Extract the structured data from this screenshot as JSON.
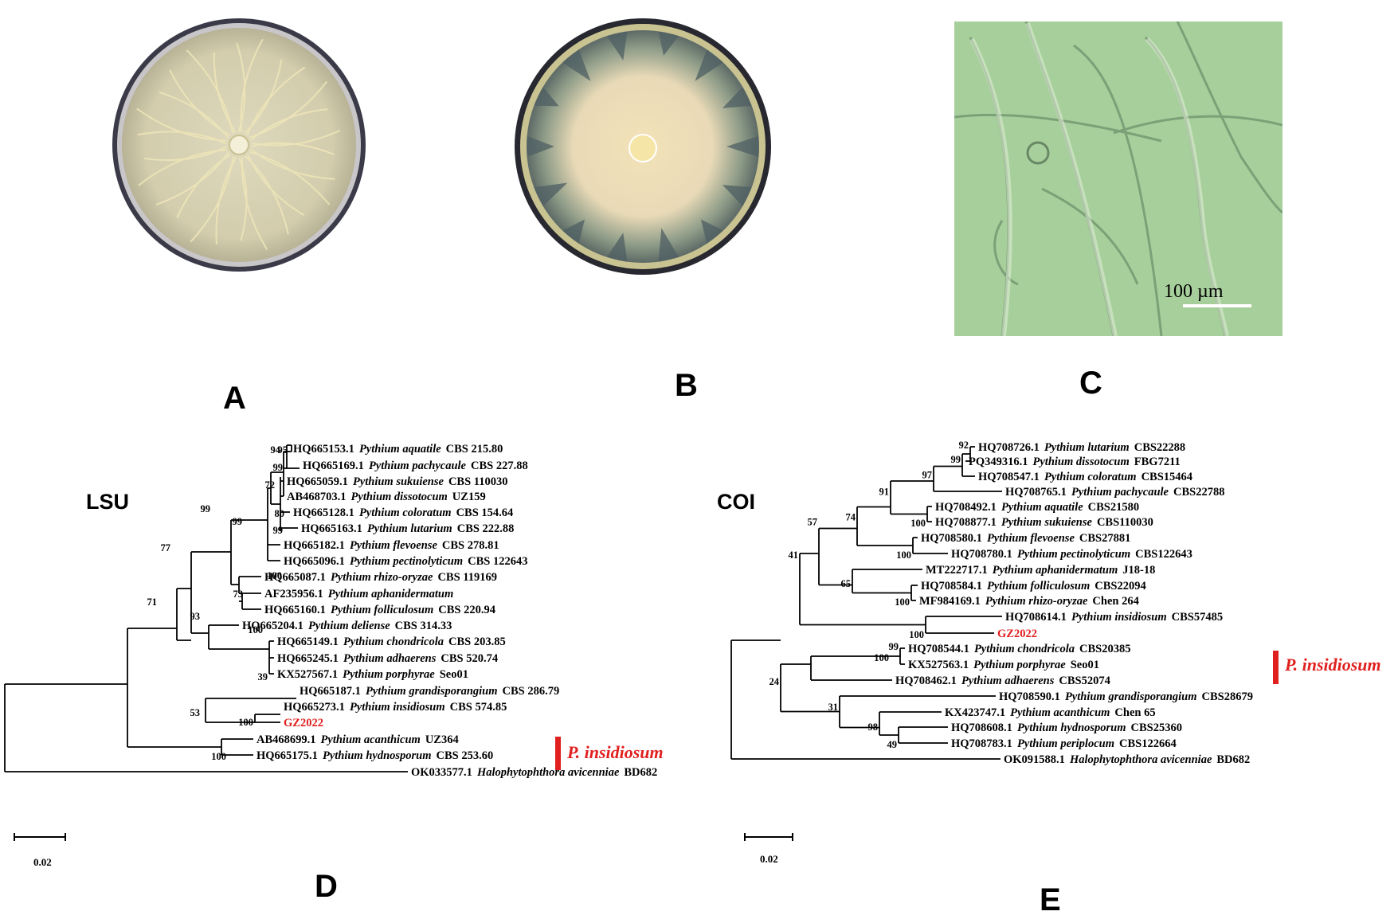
{
  "panels": {
    "a": {
      "label": "A"
    },
    "b": {
      "label": "B"
    },
    "c": {
      "label": "C",
      "scalebar": "100 µm"
    },
    "d": {
      "label": "D",
      "title": "LSU",
      "scale": "0.02",
      "clade_label": "P. insidiosum"
    },
    "e": {
      "label": "E",
      "title": "COI",
      "scale": "0.02",
      "clade_label": "P. insidiosum"
    }
  },
  "lsu": {
    "leaves": [
      {
        "acc": "HQ665153.1",
        "sp": "Pythium aquatile",
        "strain": "CBS 215.80"
      },
      {
        "acc": "HQ665169.1",
        "sp": "Pythium pachycaule",
        "strain": "CBS 227.88"
      },
      {
        "acc": "HQ665059.1",
        "sp": "Pythium sukuiense",
        "strain": "CBS 110030"
      },
      {
        "acc": "AB468703.1",
        "sp": "Pythium dissotocum",
        "strain": "UZ159"
      },
      {
        "acc": "HQ665128.1",
        "sp": "Pythium coloratum",
        "strain": "CBS 154.64"
      },
      {
        "acc": "HQ665163.1",
        "sp": "Pythium lutarium",
        "strain": "CBS 222.88"
      },
      {
        "acc": "HQ665182.1",
        "sp": "Pythium flevoense",
        "strain": "CBS 278.81"
      },
      {
        "acc": "HQ665096.1",
        "sp": "Pythium pectinolyticum",
        "strain": "CBS 122643"
      },
      {
        "acc": "HQ665087.1",
        "sp": "Pythium rhizo-oryzae",
        "strain": "CBS 119169"
      },
      {
        "acc": "AF235956.1",
        "sp": "Pythium aphanidermatum",
        "strain": ""
      },
      {
        "acc": "HQ665160.1",
        "sp": "Pythium folliculosum",
        "strain": "CBS 220.94"
      },
      {
        "acc": "HQ665204.1",
        "sp": "Pythium deliense",
        "strain": "CBS 314.33"
      },
      {
        "acc": "HQ665149.1",
        "sp": "Pythium chondricola",
        "strain": "CBS 203.85"
      },
      {
        "acc": "HQ665245.1",
        "sp": "Pythium adhaerens",
        "strain": "CBS 520.74"
      },
      {
        "acc": "KX527567.1",
        "sp": "Pythium porphyrae",
        "strain": "Seo01"
      },
      {
        "acc": "HQ665187.1",
        "sp": "Pythium grandisporangium",
        "strain": "CBS 286.79"
      },
      {
        "acc": "HQ665273.1",
        "sp": "Pythium insidiosum",
        "strain": "CBS 574.85"
      },
      {
        "acc": "GZ2022",
        "sp": "",
        "strain": ""
      },
      {
        "acc": "AB468699.1",
        "sp": "Pythium acanthicum",
        "strain": "UZ364"
      },
      {
        "acc": "HQ665175.1",
        "sp": "Pythium hydnosporum",
        "strain": "CBS 253.60"
      },
      {
        "acc": "OK033577.1",
        "sp": "Halophytophthora avicenniae",
        "strain": "BD682"
      }
    ],
    "bootstraps": [
      "95",
      "94",
      "99",
      "72",
      "80",
      "99",
      "99",
      "99",
      "100",
      "73",
      "77",
      "93",
      "100",
      "39",
      "71",
      "53",
      "100",
      "100"
    ]
  },
  "coi": {
    "leaves": [
      {
        "acc": "HQ708726.1",
        "sp": "Pythium lutarium",
        "strain": "CBS22288"
      },
      {
        "acc": "PQ349316.1",
        "sp": "Pythium dissotocum",
        "strain": "FBG7211"
      },
      {
        "acc": "HQ708547.1",
        "sp": "Pythium coloratum",
        "strain": "CBS15464"
      },
      {
        "acc": "HQ708765.1",
        "sp": "Pythium pachycaule",
        "strain": "CBS22788"
      },
      {
        "acc": "HQ708492.1",
        "sp": "Pythium aquatile",
        "strain": "CBS21580"
      },
      {
        "acc": "HQ708877.1",
        "sp": "Pythium sukuiense",
        "strain": "CBS110030"
      },
      {
        "acc": "HQ708580.1",
        "sp": "Pythium flevoense",
        "strain": "CBS27881"
      },
      {
        "acc": "HQ708780.1",
        "sp": "Pythium pectinolyticum",
        "strain": "CBS122643"
      },
      {
        "acc": "MT222717.1",
        "sp": "Pythium aphanidermatum",
        "strain": "J18-18"
      },
      {
        "acc": "HQ708584.1",
        "sp": "Pythium folliculosum",
        "strain": "CBS22094"
      },
      {
        "acc": "MF984169.1",
        "sp": "Pythium rhizo-oryzae",
        "strain": "Chen 264"
      },
      {
        "acc": "HQ708614.1",
        "sp": "Pythium insidiosum",
        "strain": "CBS57485"
      },
      {
        "acc": "GZ2022",
        "sp": "",
        "strain": ""
      },
      {
        "acc": "HQ708544.1",
        "sp": "Pythium chondricola",
        "strain": "CBS20385"
      },
      {
        "acc": "KX527563.1",
        "sp": "Pythium porphyrae",
        "strain": "Seo01"
      },
      {
        "acc": "HQ708462.1",
        "sp": "Pythium adhaerens",
        "strain": "CBS52074"
      },
      {
        "acc": "HQ708590.1",
        "sp": "Pythium grandisporangium",
        "strain": "CBS28679"
      },
      {
        "acc": "KX423747.1",
        "sp": "Pythium acanthicum",
        "strain": "Chen 65"
      },
      {
        "acc": "HQ708608.1",
        "sp": "Pythium hydnosporum",
        "strain": "CBS25360"
      },
      {
        "acc": "HQ708783.1",
        "sp": "Pythium periplocum",
        "strain": "CBS122664"
      },
      {
        "acc": "OK091588.1",
        "sp": "Halophytophthora avicenniae",
        "strain": "BD682"
      }
    ],
    "bootstraps": [
      "92",
      "99",
      "97",
      "91",
      "100",
      "74",
      "100",
      "57",
      "65",
      "100",
      "41",
      "100",
      "99",
      "100",
      "24",
      "31",
      "98",
      "49"
    ]
  }
}
